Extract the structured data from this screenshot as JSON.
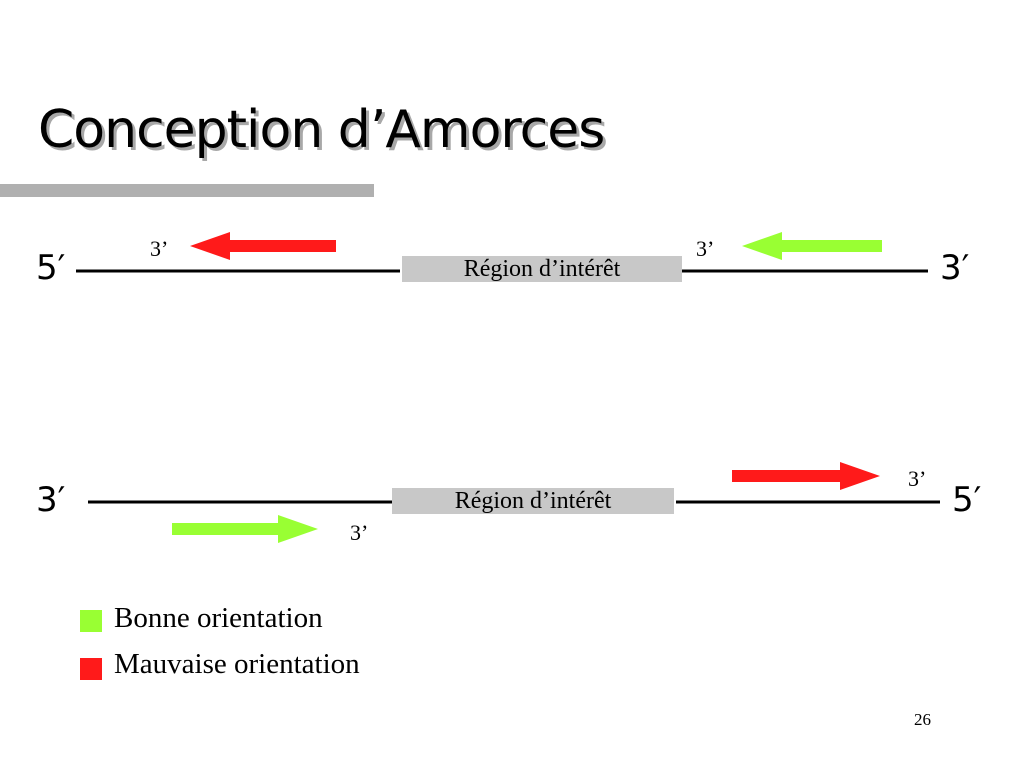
{
  "slide": {
    "title": "Conception d’Amorces",
    "page_number": "26"
  },
  "strand_top": {
    "left_end": "5′",
    "right_end": "3′",
    "region_label": "Région d’intérêt",
    "primer_left": {
      "label": "3’",
      "orientation": "Mauvaise orientation",
      "color": "#ff1a1a"
    },
    "primer_right": {
      "label": "3’",
      "orientation": "Bonne orientation",
      "color": "#99ff33"
    }
  },
  "strand_bottom": {
    "left_end": "3′",
    "right_end": "5′",
    "region_label": "Région d’intérêt",
    "primer_left": {
      "label": "3’",
      "orientation": "Bonne orientation",
      "color": "#99ff33"
    },
    "primer_right": {
      "label": "3’",
      "orientation": "Mauvaise orientation",
      "color": "#ff1a1a"
    }
  },
  "legend": {
    "items": [
      {
        "label": "Bonne orientation",
        "color": "#99ff33"
      },
      {
        "label": "Mauvaise orientation",
        "color": "#ff1a1a"
      }
    ]
  }
}
